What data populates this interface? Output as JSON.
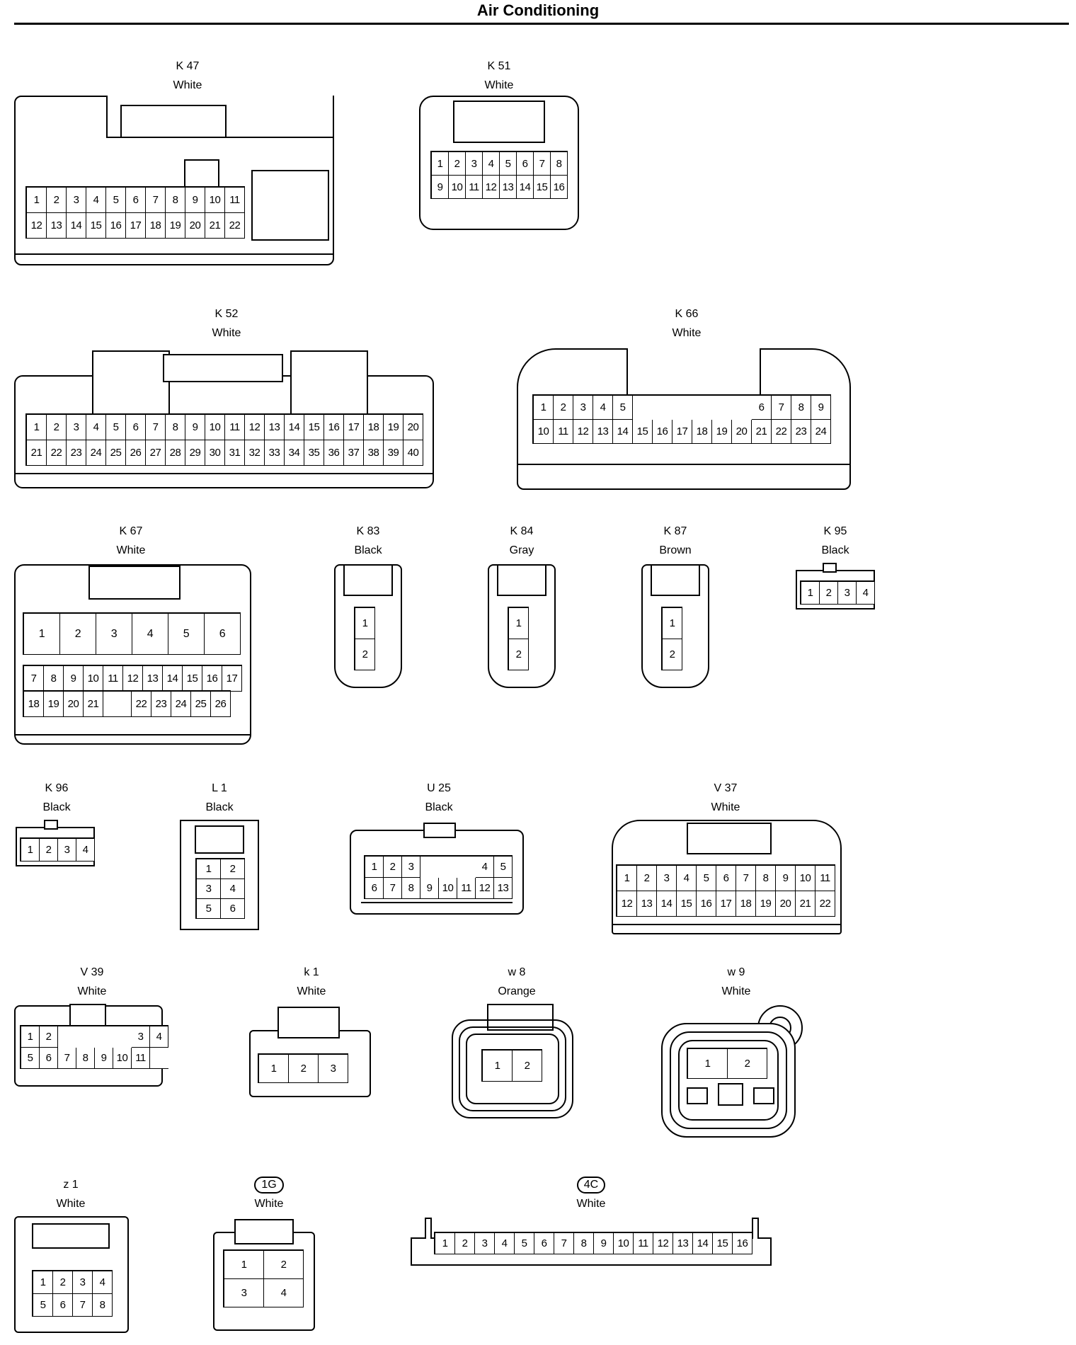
{
  "page": {
    "title": "Air Conditioning"
  },
  "connectors": [
    {
      "id": "K 47",
      "color": "White",
      "rows": [
        [
          1,
          2,
          3,
          4,
          5,
          6,
          7,
          8,
          9,
          10,
          11
        ],
        [
          12,
          13,
          14,
          15,
          16,
          17,
          18,
          19,
          20,
          21,
          22
        ]
      ]
    },
    {
      "id": "K 51",
      "color": "White",
      "rows": [
        [
          1,
          2,
          3,
          4,
          5,
          6,
          7,
          8
        ],
        [
          9,
          10,
          11,
          12,
          13,
          14,
          15,
          16
        ]
      ]
    },
    {
      "id": "K 52",
      "color": "White",
      "rows": [
        [
          1,
          2,
          3,
          4,
          5,
          6,
          7,
          8,
          9,
          10,
          11,
          12,
          13,
          14,
          15,
          16,
          17,
          18,
          19,
          20
        ],
        [
          21,
          22,
          23,
          24,
          25,
          26,
          27,
          28,
          29,
          30,
          31,
          32,
          33,
          34,
          35,
          36,
          37,
          38,
          39,
          40
        ]
      ]
    },
    {
      "id": "K 66",
      "color": "White",
      "rows": [
        [
          1,
          2,
          3,
          4,
          5,
          "",
          "",
          "",
          "",
          "",
          "",
          6,
          7,
          8,
          9
        ],
        [
          10,
          11,
          12,
          13,
          14,
          15,
          16,
          17,
          18,
          19,
          20,
          21,
          22,
          23,
          24
        ]
      ]
    },
    {
      "id": "K 67",
      "color": "White",
      "rows": [
        [
          1,
          2,
          3,
          4,
          5,
          6
        ],
        [
          7,
          8,
          9,
          10,
          11,
          12,
          13,
          14,
          15,
          16,
          17
        ],
        [
          18,
          19,
          20,
          21,
          "",
          22,
          23,
          24,
          25,
          26
        ]
      ]
    },
    {
      "id": "K 83",
      "color": "Black",
      "rows": [
        [
          1
        ],
        [
          2
        ]
      ]
    },
    {
      "id": "K 84",
      "color": "Gray",
      "rows": [
        [
          1
        ],
        [
          2
        ]
      ]
    },
    {
      "id": "K 87",
      "color": "Brown",
      "rows": [
        [
          1
        ],
        [
          2
        ]
      ]
    },
    {
      "id": "K 95",
      "color": "Black",
      "rows": [
        [
          1,
          2,
          3,
          4
        ]
      ]
    },
    {
      "id": "K 96",
      "color": "Black",
      "rows": [
        [
          1,
          2,
          3,
          4
        ]
      ]
    },
    {
      "id": "L 1",
      "color": "Black",
      "rows": [
        [
          1,
          2
        ],
        [
          3,
          4
        ],
        [
          5,
          6
        ]
      ]
    },
    {
      "id": "U 25",
      "color": "Black",
      "rows": [
        [
          1,
          2,
          3,
          "",
          "",
          "",
          4,
          5
        ],
        [
          6,
          7,
          8,
          9,
          10,
          11,
          12,
          13
        ]
      ]
    },
    {
      "id": "V 37",
      "color": "White",
      "rows": [
        [
          1,
          2,
          3,
          4,
          5,
          6,
          7,
          8,
          9,
          10,
          11
        ],
        [
          12,
          13,
          14,
          15,
          16,
          17,
          18,
          19,
          20,
          21,
          22
        ]
      ]
    },
    {
      "id": "V 39",
      "color": "White",
      "rows": [
        [
          1,
          2,
          "",
          "",
          "",
          "",
          3,
          4
        ],
        [
          5,
          6,
          7,
          8,
          9,
          10,
          11
        ]
      ]
    },
    {
      "id": "k 1",
      "color": "White",
      "rows": [
        [
          1,
          2,
          3
        ]
      ]
    },
    {
      "id": "w 8",
      "color": "Orange",
      "rows": [
        [
          1,
          2
        ]
      ]
    },
    {
      "id": "w 9",
      "color": "White",
      "rows": [
        [
          1,
          2
        ]
      ]
    },
    {
      "id": "z 1",
      "color": "White",
      "rows": [
        [
          1,
          2,
          3,
          4
        ],
        [
          5,
          6,
          7,
          8
        ]
      ]
    },
    {
      "id": "1G",
      "color": "White",
      "rows": [
        [
          1,
          2
        ],
        [
          3,
          4
        ]
      ]
    },
    {
      "id": "4C",
      "color": "White",
      "rows": [
        [
          1,
          2,
          3,
          4,
          5,
          6,
          7,
          8,
          9,
          10,
          11,
          12,
          13,
          14,
          15,
          16
        ]
      ]
    }
  ]
}
